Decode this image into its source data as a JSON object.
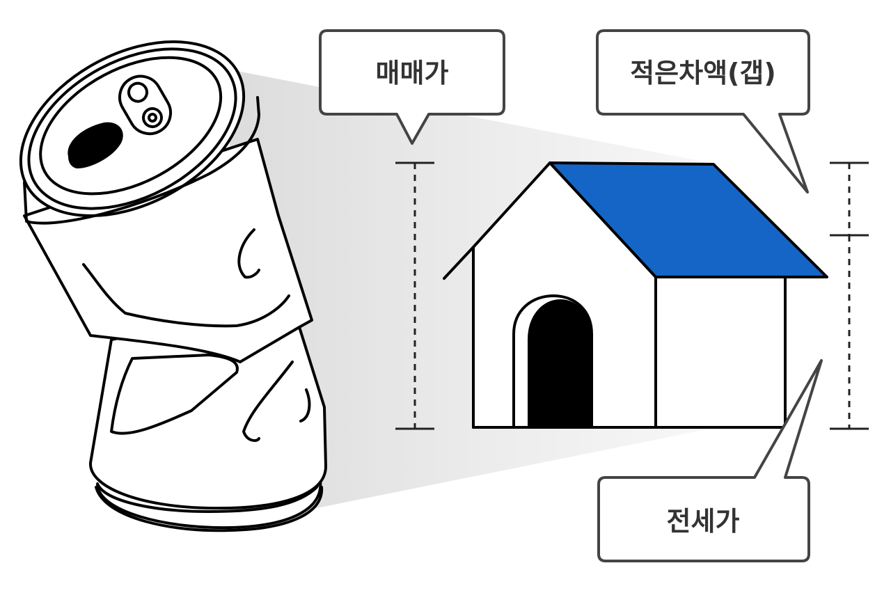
{
  "labels": {
    "sale_price": "매매가",
    "gap": "적은차액(갭)",
    "jeonse_price": "전세가"
  },
  "colors": {
    "roof": "#1565c7",
    "outline": "#000000",
    "callout_border": "#444444",
    "label_text": "#333333",
    "shadow": "#e5e5e5"
  },
  "icons": {
    "can": "crushed-can-icon",
    "house": "house-icon"
  }
}
